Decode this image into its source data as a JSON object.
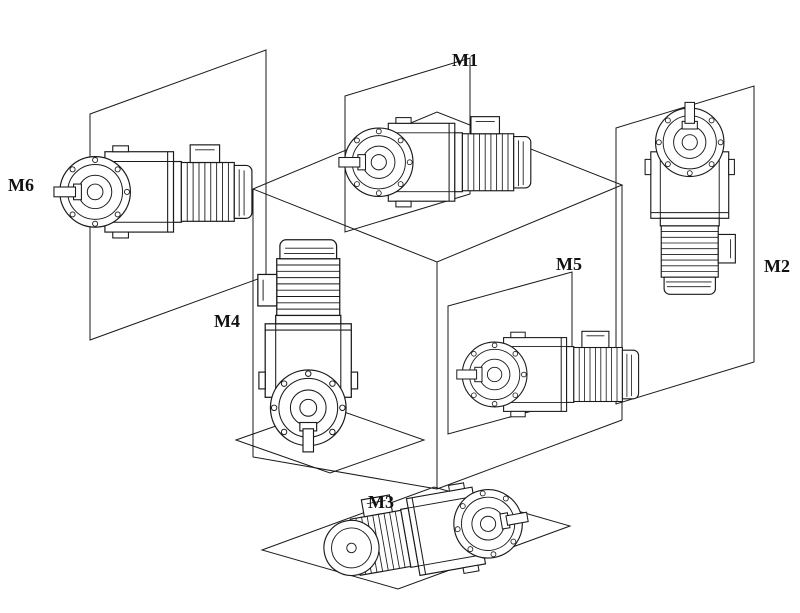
{
  "diagram": {
    "labels": {
      "m1": "M1",
      "m2": "M2",
      "m3": "M3",
      "m4": "M4",
      "m5": "M5",
      "m6": "M6"
    },
    "colors": {
      "line": "#1a1a1a",
      "background": "#ffffff"
    }
  }
}
